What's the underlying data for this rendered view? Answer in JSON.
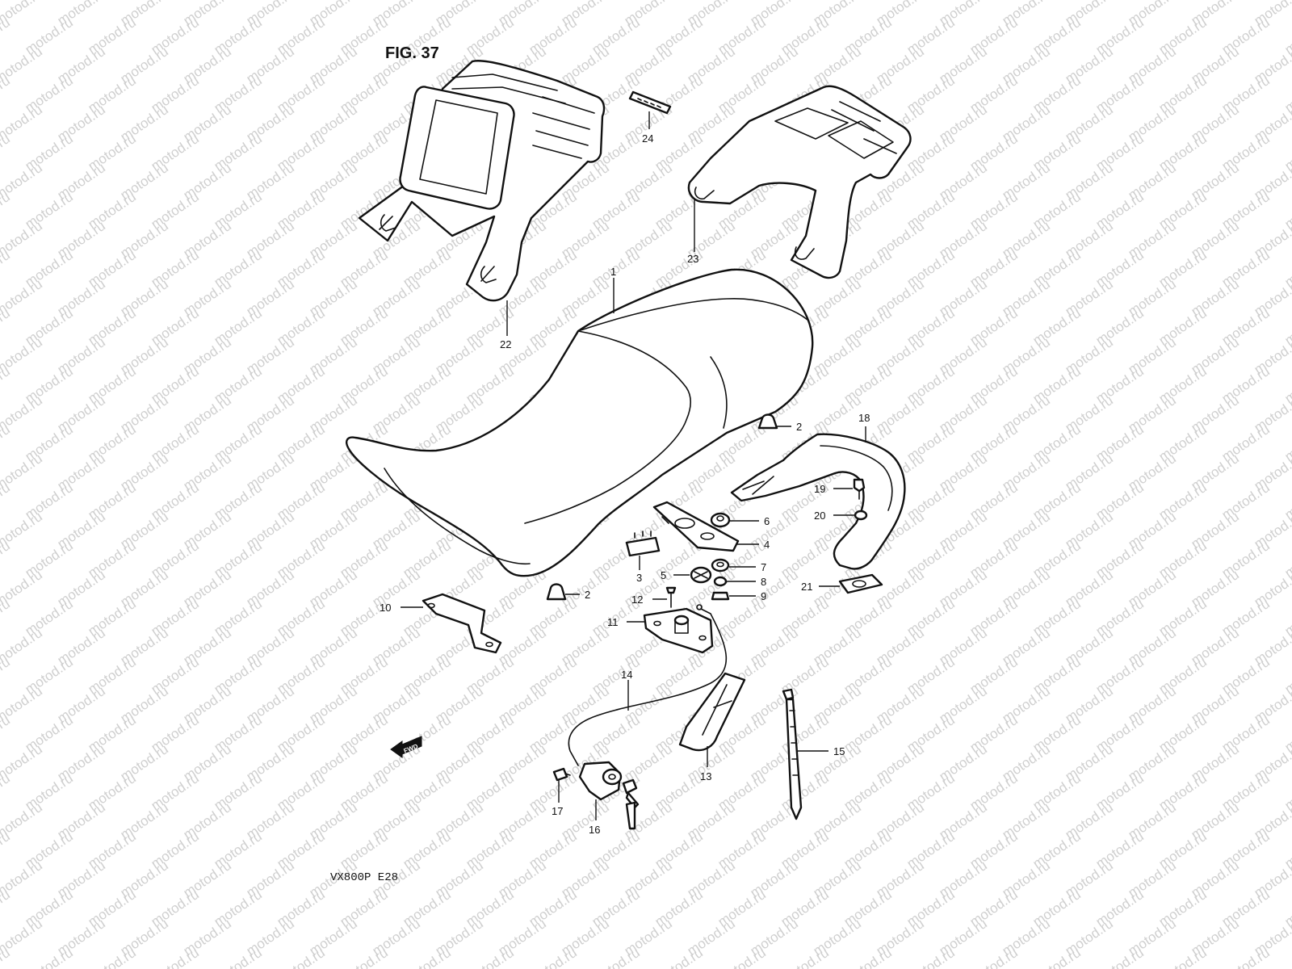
{
  "figure": {
    "title": "FIG. 37",
    "model_code": "VX800P  E28",
    "fwd_label": "FWD",
    "watermark": "motod.ru"
  },
  "callouts": {
    "c1": "1",
    "c2a": "2",
    "c2b": "2",
    "c3": "3",
    "c4": "4",
    "c5": "5",
    "c6": "6",
    "c7": "7",
    "c8": "8",
    "c9": "9",
    "c10": "10",
    "c11": "11",
    "c12": "12",
    "c13": "13",
    "c14": "14",
    "c15": "15",
    "c16": "16",
    "c17": "17",
    "c18": "18",
    "c19": "19",
    "c20": "20",
    "c21": "21",
    "c22": "22",
    "c23": "23",
    "c24": "24"
  }
}
